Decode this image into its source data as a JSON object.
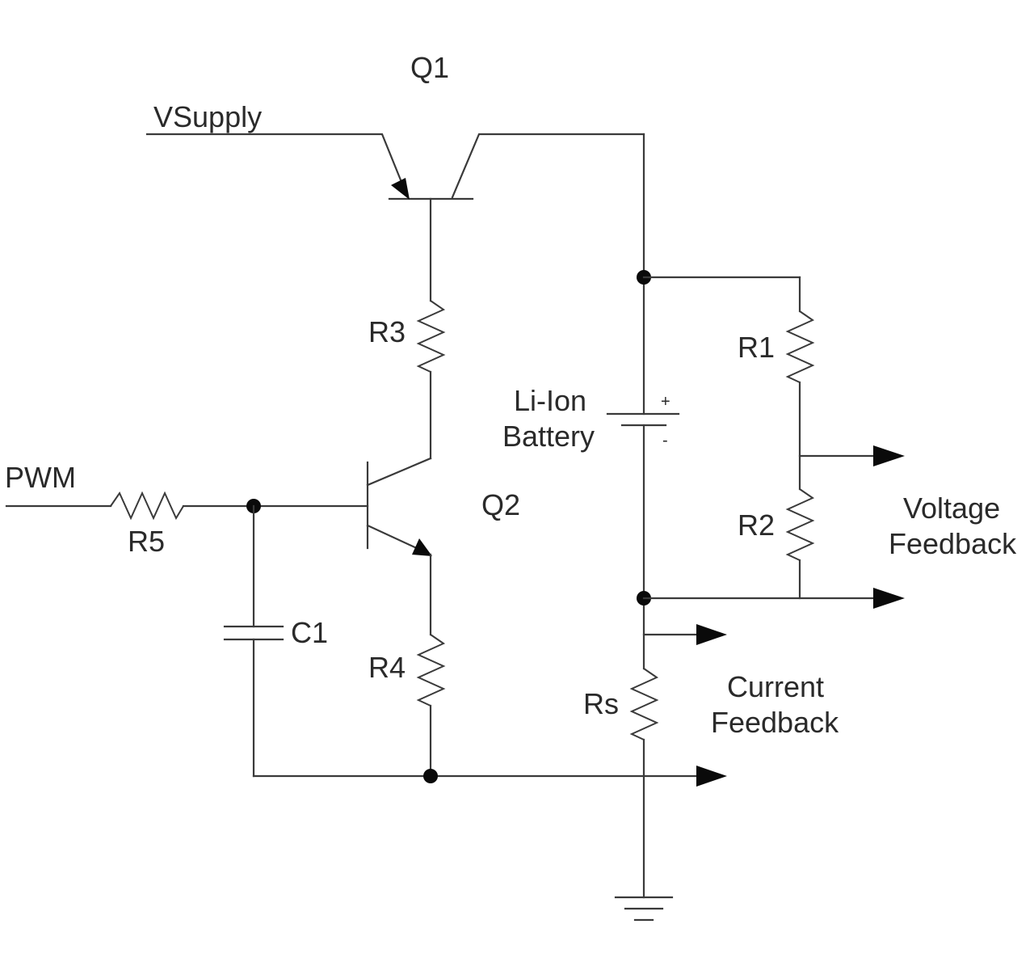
{
  "labels": {
    "q1": "Q1",
    "vsupply": "VSupply",
    "r3": "R3",
    "r1": "R1",
    "battery_line1": "Li-Ion",
    "battery_line2": "Battery",
    "battery_plus": "+",
    "battery_minus": "-",
    "pwm": "PWM",
    "r5": "R5",
    "q2": "Q2",
    "r2": "R2",
    "voltage_feedback_line1": "Voltage",
    "voltage_feedback_line2": "Feedback",
    "c1": "C1",
    "r4": "R4",
    "rs": "Rs",
    "current_feedback_line1": "Current",
    "current_feedback_line2": "Feedback"
  }
}
